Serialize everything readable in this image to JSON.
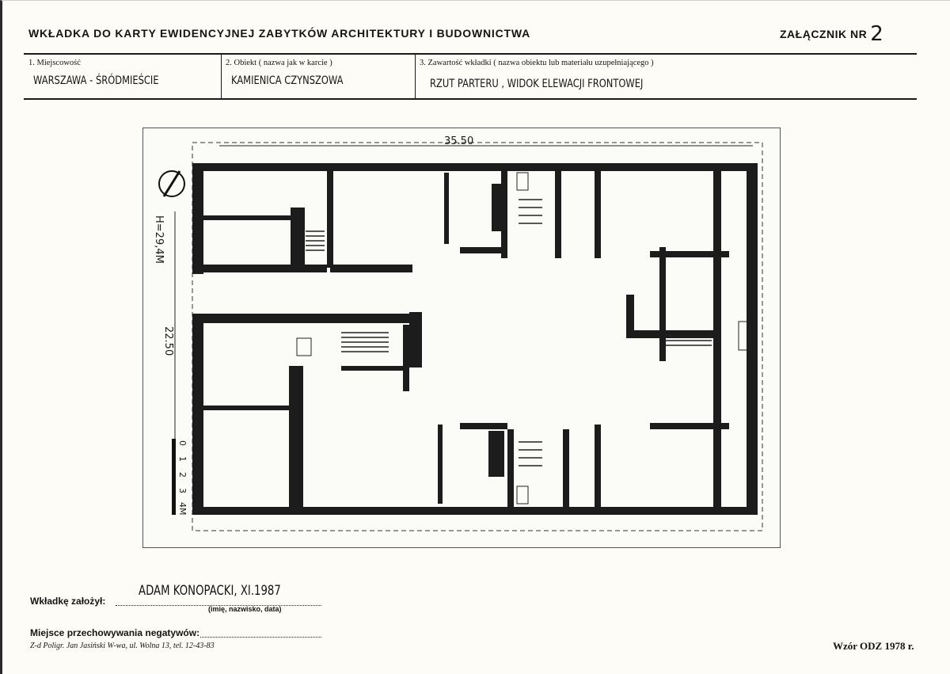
{
  "header": {
    "title": "WKŁADKA DO KARTY EWIDENCYJNEJ ZABYTKÓW ARCHITEKTURY I BUDOWNICTWA",
    "attachment_label": "ZAŁĄCZNIK NR",
    "attachment_number": "2"
  },
  "fields": {
    "locality_label": "1. Miejscowość",
    "locality_value": "WARSZAWA - ŚRÓDMIEŚCIE",
    "object_label": "2. Obiekt ( nazwa jak w karcie )",
    "object_value": "KAMIENICA CZYNSZOWA",
    "contents_label": "3. Zawartość wkładki ( nazwa obiektu lub materiału uzupełniającego )",
    "contents_value": "RZUT PARTERU , WIDOK ELEWACJI FRONTOWEJ"
  },
  "plan": {
    "width_dim": "35.50",
    "height_dim": "22.50",
    "elevation": "H=29,4M",
    "scale_ticks": [
      "0",
      "1",
      "2",
      "3",
      "4M"
    ]
  },
  "footer": {
    "created_by_label": "Wkładkę założył:",
    "created_by_value": "ADAM KONOPACKI, XI.1987",
    "created_by_caption": "(imię, nazwisko, data)",
    "negatives_label": "Miejsce przechowywania negatywów:",
    "printer": "Z-d Poligr. Jan Jasiński W-wa, ul. Wolna 13, tel. 12-43-83",
    "model": "Wzór ODZ 1978 r."
  }
}
